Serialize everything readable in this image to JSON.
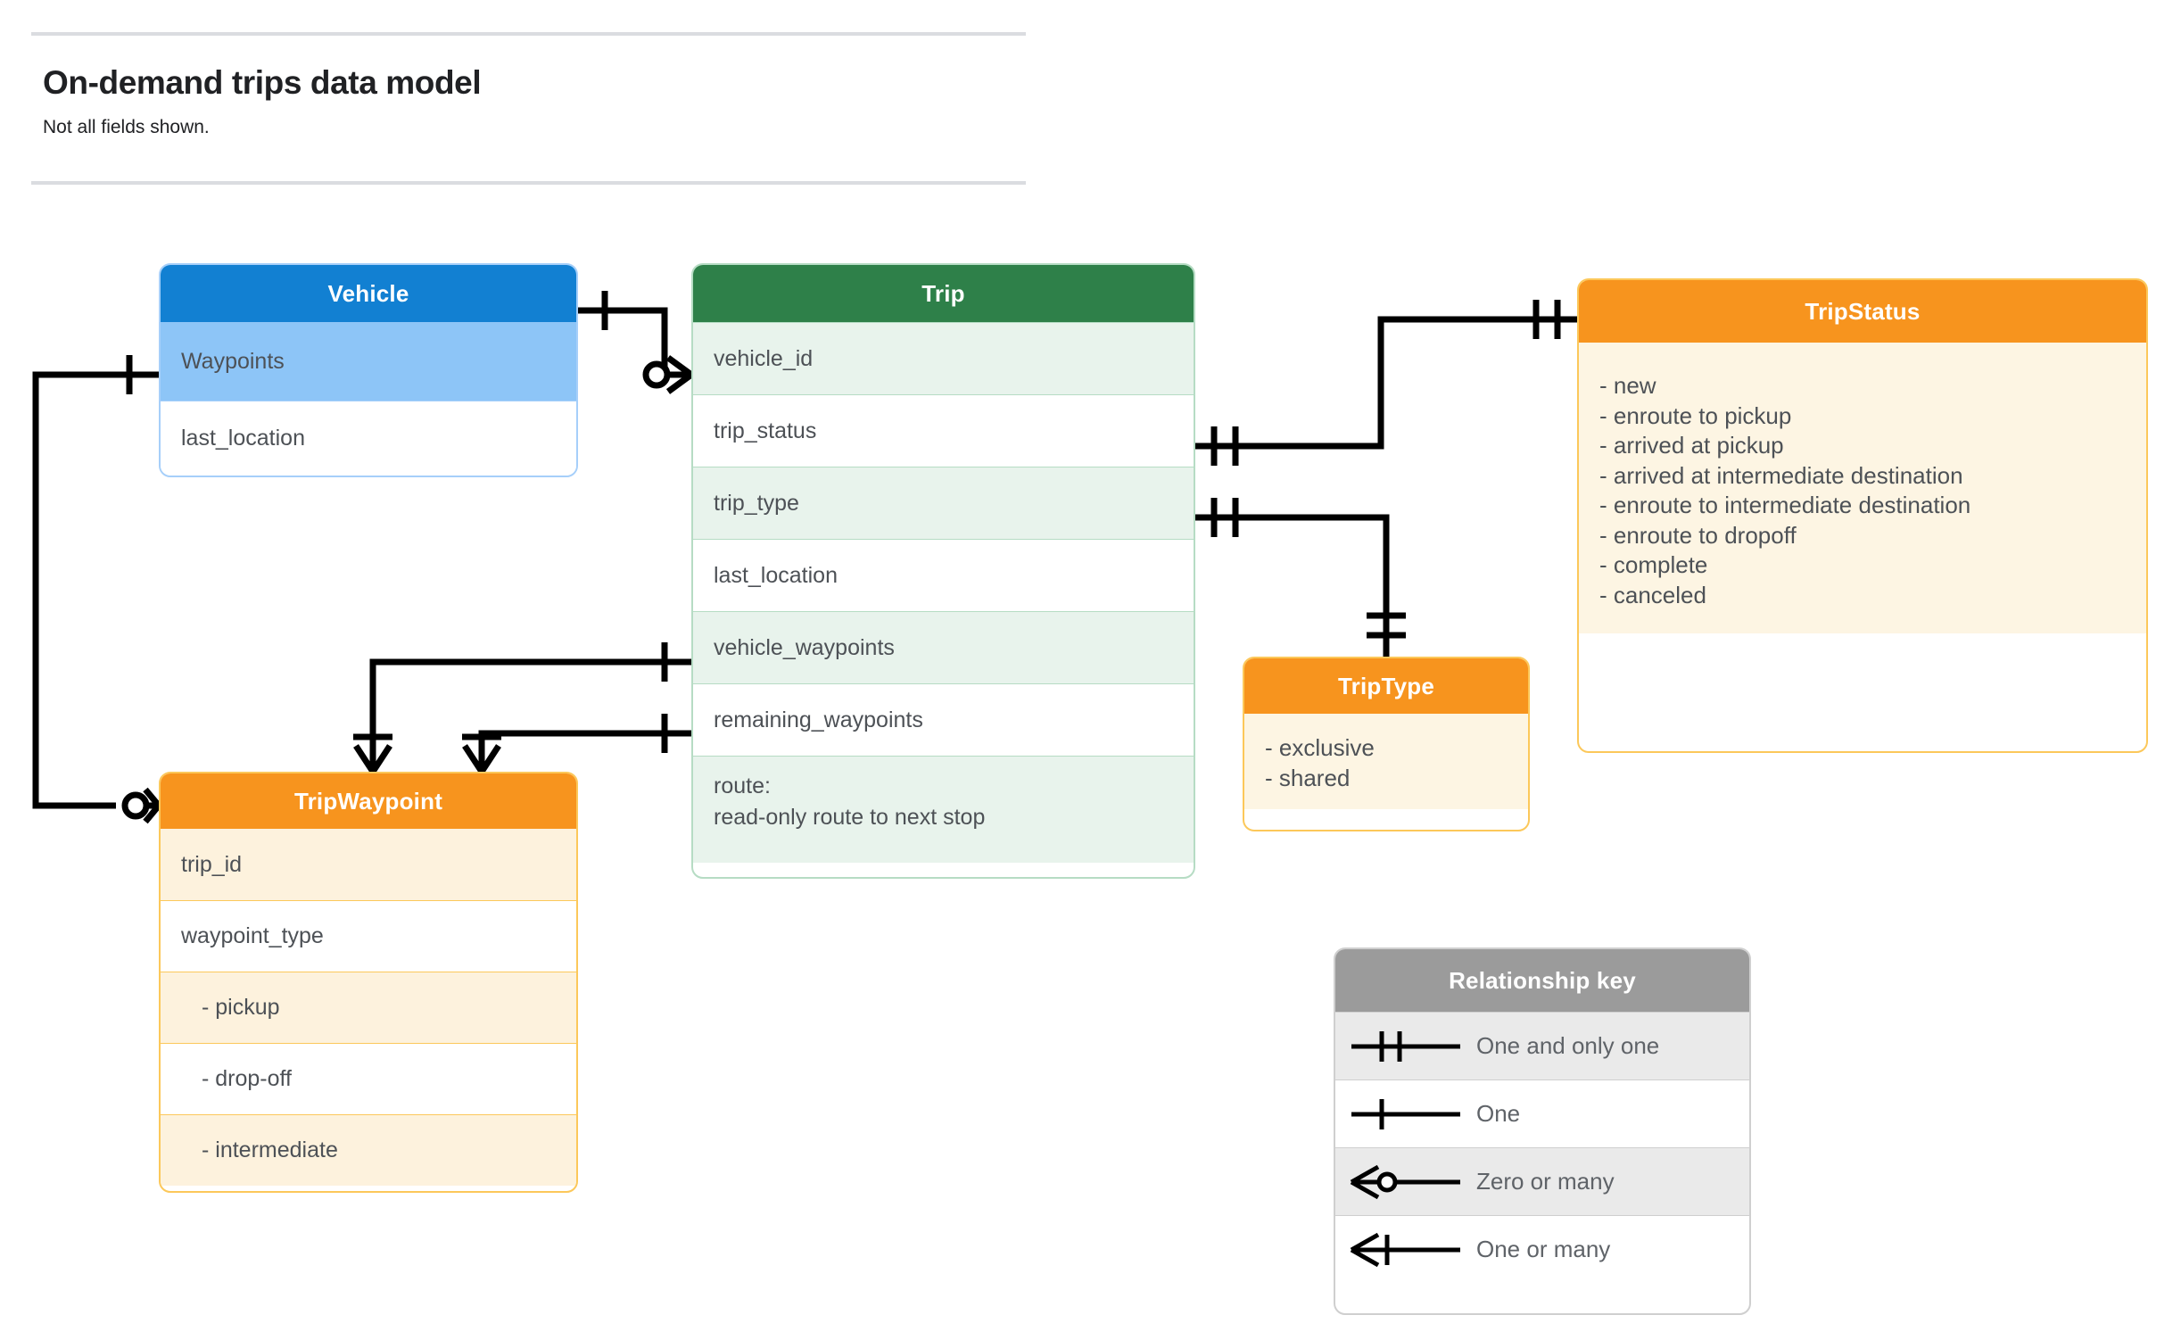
{
  "header": {
    "title": "On-demand trips data model",
    "subtitle": "Not all fields shown."
  },
  "entities": {
    "vehicle": {
      "name": "Vehicle",
      "color": "#1280d2",
      "fields": [
        "Waypoints",
        "last_location"
      ]
    },
    "trip": {
      "name": "Trip",
      "color": "#2e8049",
      "fields": [
        "vehicle_id",
        "trip_status",
        "trip_type",
        "last_location",
        "vehicle_waypoints",
        "remaining_waypoints"
      ],
      "route_label": "route:",
      "route_note": "read-only route to next stop"
    },
    "trip_status": {
      "name": "TripStatus",
      "color": "#f7941e",
      "values": [
        "- new",
        "- enroute to pickup",
        "- arrived at pickup",
        "- arrived at intermediate destination",
        "- enroute to intermediate destination",
        "- enroute to dropoff",
        "- complete",
        "- canceled"
      ]
    },
    "trip_type": {
      "name": "TripType",
      "color": "#f7941e",
      "values": [
        "- exclusive",
        "- shared"
      ]
    },
    "trip_waypoint": {
      "name": "TripWaypoint",
      "color": "#f7941e",
      "fields": [
        "trip_id",
        "waypoint_type",
        "-  pickup",
        "-  drop-off",
        "-  intermediate"
      ]
    }
  },
  "legend": {
    "title": "Relationship key",
    "rows": [
      {
        "symbol": "one-and-only-one-icon",
        "label": "One and only one"
      },
      {
        "symbol": "one-icon",
        "label": "One"
      },
      {
        "symbol": "zero-or-many-icon",
        "label": "Zero or many"
      },
      {
        "symbol": "one-or-many-icon",
        "label": "One or many"
      }
    ]
  },
  "relationships": [
    {
      "from": "Vehicle",
      "to": "Trip.vehicle_id",
      "from_card": "One",
      "to_card": "Zero or many"
    },
    {
      "from": "Vehicle.Waypoints",
      "to": "TripWaypoint",
      "from_card": "One",
      "to_card": "Zero or many"
    },
    {
      "from": "Trip.trip_status",
      "to": "TripStatus",
      "from_card": "One and only one",
      "to_card": "One and only one"
    },
    {
      "from": "Trip.trip_type",
      "to": "TripType",
      "from_card": "One and only one",
      "to_card": "One and only one"
    },
    {
      "from": "Trip.vehicle_waypoints",
      "to": "TripWaypoint",
      "from_card": "One",
      "to_card": "One or many"
    },
    {
      "from": "Trip.remaining_waypoints",
      "to": "TripWaypoint",
      "from_card": "One",
      "to_card": "One or many"
    }
  ],
  "colors": {
    "blue": "#1280d2",
    "green": "#2e8049",
    "orange": "#f7941e",
    "grey": "#9b9b9b",
    "line": "#000000"
  }
}
